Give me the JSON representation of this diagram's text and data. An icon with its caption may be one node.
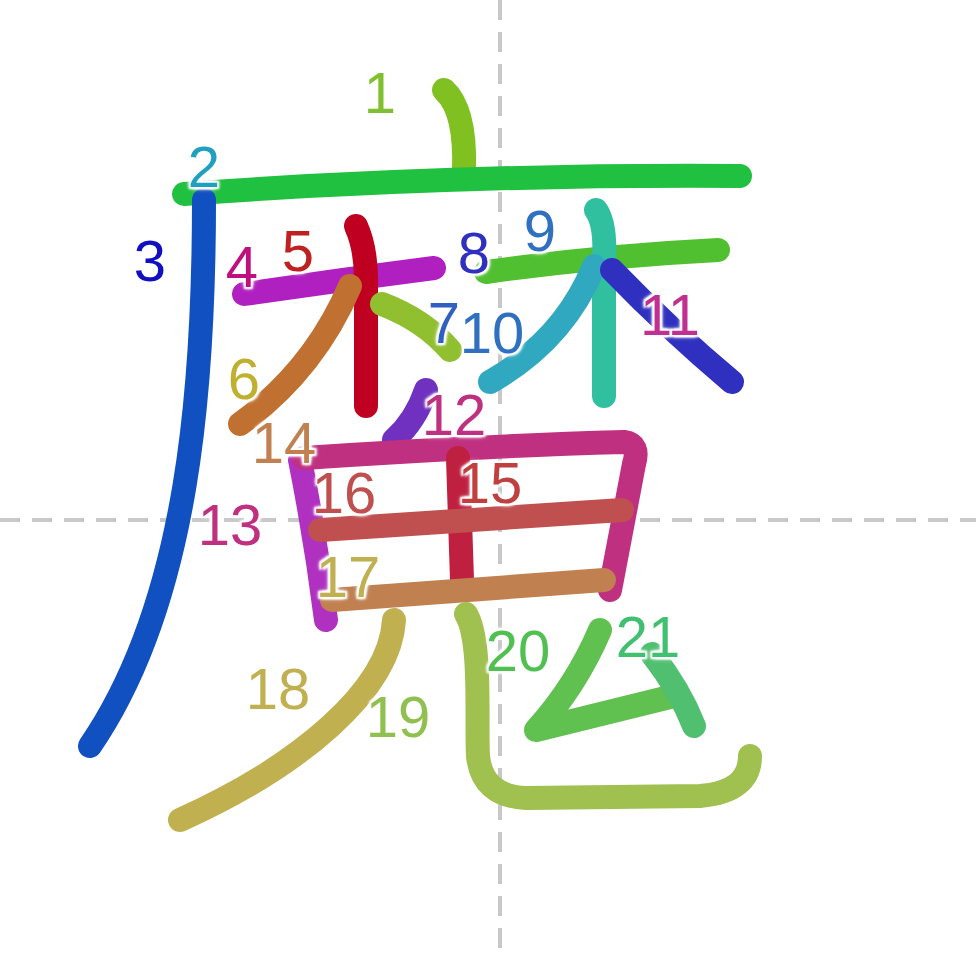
{
  "diagram": {
    "labels": [
      "1",
      "2",
      "3",
      "4",
      "5",
      "6",
      "7",
      "8",
      "9",
      "10",
      "11",
      "12",
      "13",
      "14",
      "16",
      "15",
      "17",
      "18",
      "19",
      "20",
      "21"
    ]
  }
}
